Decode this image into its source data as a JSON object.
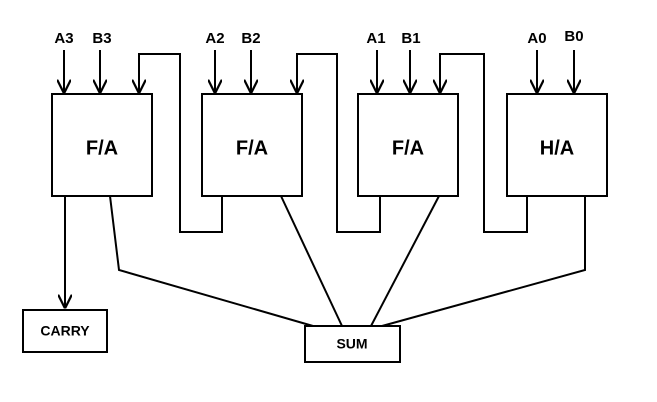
{
  "diagram": {
    "blocks": [
      {
        "label": "F/A",
        "input_a": "A3",
        "input_b": "B3"
      },
      {
        "label": "F/A",
        "input_a": "A2",
        "input_b": "B2"
      },
      {
        "label": "F/A",
        "input_a": "A1",
        "input_b": "B1"
      },
      {
        "label": "H/A",
        "input_a": "A0",
        "input_b": "B0"
      }
    ],
    "carry_label": "CARRY",
    "sum_label": "SUM",
    "colors": {
      "line": "#000000",
      "background": "#ffffff"
    }
  }
}
